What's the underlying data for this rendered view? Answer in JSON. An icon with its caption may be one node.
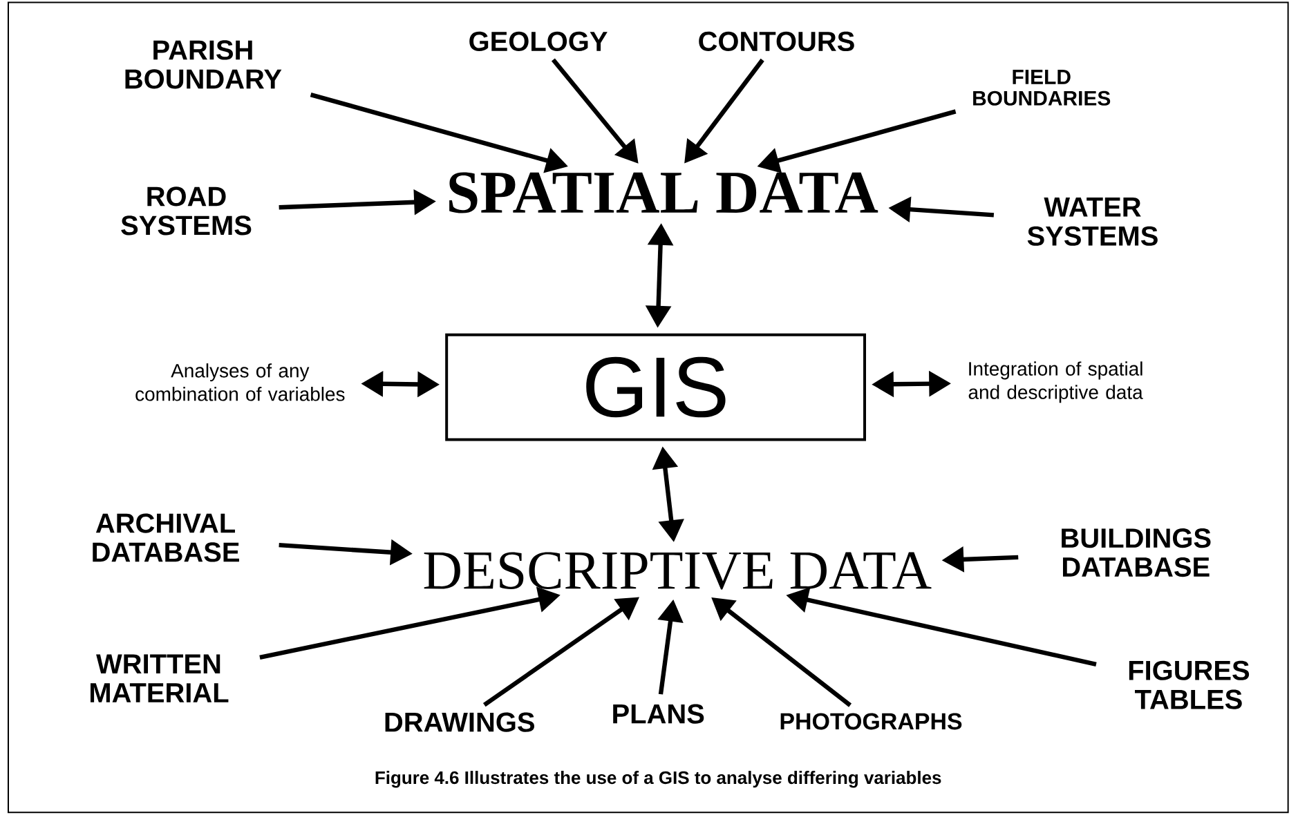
{
  "diagram": {
    "caption": "Figure 4.6 Illustrates the use of a GIS to analyse differing variables",
    "nodes": [
      {
        "text": [
          "PARISH BOUNDARY"
        ]
      },
      {
        "text": [
          "GEOLOGY"
        ]
      },
      {
        "text": [
          "CONTOURS"
        ]
      },
      {
        "text": [
          "FIELD BOUNDARIES"
        ]
      },
      {
        "text": [
          "SPATIAL DATA"
        ]
      },
      {
        "text": [
          "ROAD SYSTEMS"
        ]
      },
      {
        "text": [
          "WATER SYSTEMS"
        ]
      },
      {
        "text": [
          "GIS"
        ]
      },
      {
        "text": [
          "Analyses of any combination of variables"
        ]
      },
      {
        "text": [
          "Integration of spatial and descriptive data"
        ]
      },
      {
        "text": [
          "ARCHIVAL DATABASE"
        ]
      },
      {
        "text": [
          "DESCRIPTIVE DATA"
        ]
      },
      {
        "text": [
          "BUILDINGS DATABASE"
        ]
      },
      {
        "text": [
          "WRITTEN MATERIAL"
        ]
      },
      {
        "text": [
          "FIGURES TABLES"
        ]
      },
      {
        "text": [
          "DRAWINGS"
        ]
      },
      {
        "text": [
          "PLANS"
        ]
      },
      {
        "text": [
          "PHOTOGRAPHS"
        ]
      }
    ],
    "edges": [
      {
        "from": 0,
        "to": 4,
        "arrow": "to"
      },
      {
        "from": 1,
        "to": 4,
        "arrow": "to"
      },
      {
        "from": 2,
        "to": 4,
        "arrow": "to"
      },
      {
        "from": 3,
        "to": 4,
        "arrow": "to"
      },
      {
        "from": 5,
        "to": 4,
        "arrow": "to"
      },
      {
        "from": 6,
        "to": 4,
        "arrow": "to"
      },
      {
        "from": 4,
        "to": 7,
        "arrow": "both"
      },
      {
        "from": 8,
        "to": 7,
        "arrow": "both"
      },
      {
        "from": 9,
        "to": 7,
        "arrow": "both"
      },
      {
        "from": 7,
        "to": 11,
        "arrow": "both"
      },
      {
        "from": 10,
        "to": 11,
        "arrow": "to"
      },
      {
        "from": 12,
        "to": 11,
        "arrow": "to"
      },
      {
        "from": 13,
        "to": 11,
        "arrow": "to"
      },
      {
        "from": 14,
        "to": 11,
        "arrow": "to"
      },
      {
        "from": 15,
        "to": 11,
        "arrow": "to"
      },
      {
        "from": 16,
        "to": 11,
        "arrow": "to"
      },
      {
        "from": 17,
        "to": 11,
        "arrow": "to"
      }
    ]
  }
}
